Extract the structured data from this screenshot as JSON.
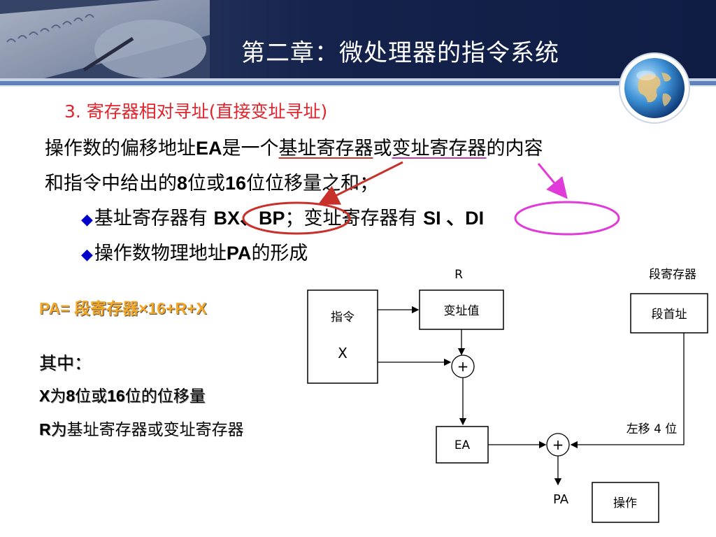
{
  "header": {
    "title": "第二章：微处理器的指令系统"
  },
  "section": {
    "title": "3.  寄存器相对寻址(直接变址寻址)"
  },
  "paragraph": {
    "line1_a": "操作数的偏移地址",
    "line1_ea": "EA",
    "line1_b": "是一个",
    "line1_base": "基址寄存器",
    "line1_or": "或",
    "line1_index": "变址寄存器",
    "line1_c": "的内容",
    "line2_a": "和指令中给出的",
    "line2_8": "8",
    "line2_b": "位或",
    "line2_16": "16",
    "line2_c": "位位移量之和；"
  },
  "bullets": [
    {
      "text_a": "基址寄存器有 ",
      "regs1": "BX、BP",
      "text_b": "；变址寄存器有 ",
      "regs2": "SI 、DI"
    },
    {
      "text_a": "操作数物理地址",
      "pa": "PA",
      "text_b": "的形成"
    }
  ],
  "formula": "PA= 段寄存器×16+R+X",
  "notes": {
    "head": "其中：",
    "line1_x": "X",
    "line1_a": "为",
    "line1_8": "8",
    "line1_b": "位或",
    "line1_16": "16",
    "line1_c": "位的位移量",
    "line2_r": "R",
    "line2_a": "为",
    "line2_b": "基址寄存器或变址寄存器"
  },
  "diagram": {
    "label_r": "R",
    "label_seg": "段寄存器",
    "box_instr": "指令",
    "box_instr_x": "X",
    "box_index": "变址值",
    "box_segbase": "段首址",
    "plus1": "+",
    "box_ea": "EA",
    "plus2": "+",
    "label_shift": "左移 4 位",
    "label_pa": "PA",
    "box_op": "操作"
  },
  "colors": {
    "title_red": "#e2232b",
    "underline_red": "#c63a2a",
    "underline_purple": "#c13db5",
    "ellipse_red": "#c8312a",
    "ellipse_magenta": "#e03ad8",
    "formula_orange": "#f5a623",
    "bullet_blue": "#0000cc"
  }
}
